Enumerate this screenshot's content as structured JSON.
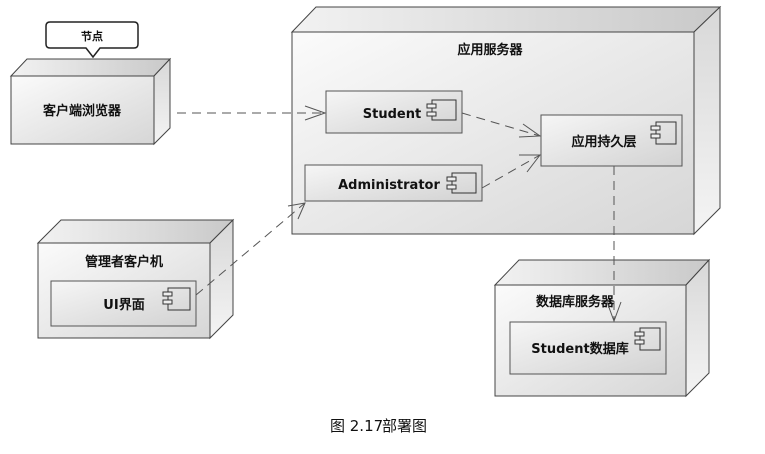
{
  "callout": {
    "label": "节点"
  },
  "nodes": {
    "client_browser": {
      "label": "客户端浏览器"
    },
    "app_server": {
      "label": "应用服务器"
    },
    "admin_client": {
      "label": "管理者客户机"
    },
    "db_server": {
      "label": "数据库服务器"
    }
  },
  "components": {
    "student": {
      "label": "Student"
    },
    "administrator": {
      "label": "Administrator"
    },
    "persistence": {
      "label": "应用持久层"
    },
    "ui": {
      "label": "UI界面"
    },
    "student_db": {
      "label": "Student数据库"
    }
  },
  "edges": [
    {
      "from": "客户端浏览器",
      "to": "Student"
    },
    {
      "from": "Student",
      "to": "应用持久层"
    },
    {
      "from": "Administrator",
      "to": "应用持久层"
    },
    {
      "from": "UI界面",
      "to": "Administrator"
    },
    {
      "from": "应用持久层",
      "to": "Student数据库"
    }
  ],
  "caption": {
    "figure_number": "图 2.17",
    "title": "部署图"
  }
}
